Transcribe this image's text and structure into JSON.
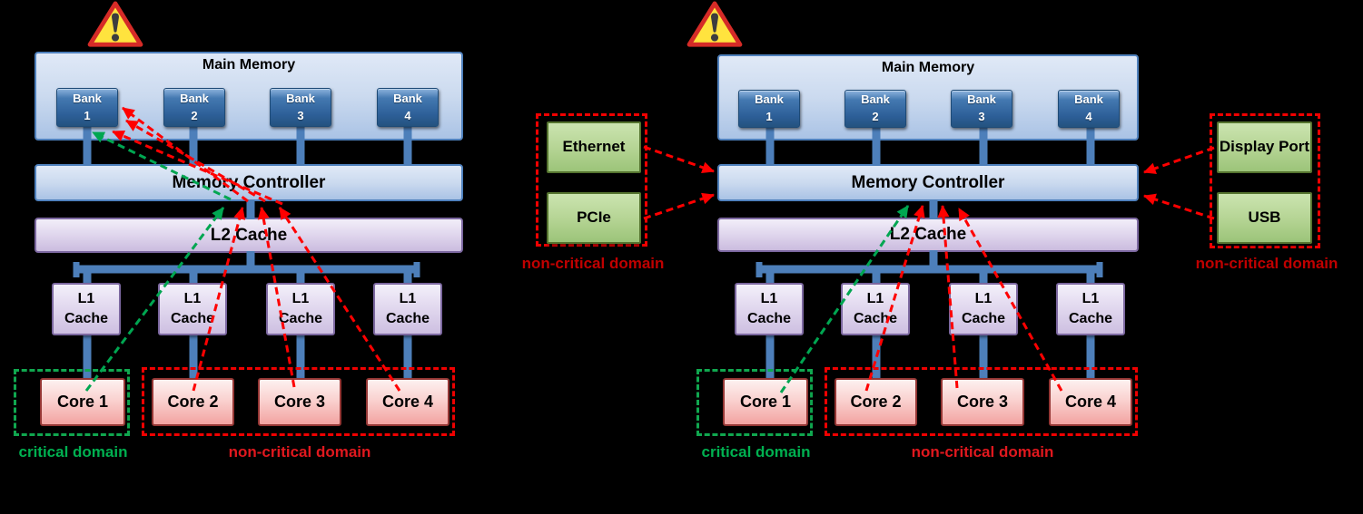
{
  "figure": {
    "colors": {
      "background": "#000000",
      "critical_green": "#00b050",
      "noncritical_red": "#e0181e",
      "io_label_red": "#c00000",
      "arrow_red": "#ff0000",
      "arrow_green": "#00a651",
      "blue_box_border": "#4f81bd",
      "bank_blue": "#2d5f98",
      "purple_border": "#7c68a0",
      "core_border": "#943634",
      "io_green_border": "#55742f",
      "connector_blue": "#4d7fba",
      "warning_yellow": "#ffe33e",
      "warning_red": "#d52b27"
    },
    "left_diagram": {
      "main_memory_title": "Main Memory",
      "memory_controller_label": "Memory Controller",
      "l2_cache_label": "L2 Cache",
      "banks": [
        {
          "line1": "Bank",
          "line2": "1"
        },
        {
          "line1": "Bank",
          "line2": "2"
        },
        {
          "line1": "Bank",
          "line2": "3"
        },
        {
          "line1": "Bank",
          "line2": "4"
        }
      ],
      "l1_caches": [
        {
          "line1": "L1",
          "line2": "Cache"
        },
        {
          "line1": "L1",
          "line2": "Cache"
        },
        {
          "line1": "L1",
          "line2": "Cache"
        },
        {
          "line1": "L1",
          "line2": "Cache"
        }
      ],
      "cores": [
        {
          "label": "Core 1"
        },
        {
          "label": "Core 2"
        },
        {
          "label": "Core 3"
        },
        {
          "label": "Core 4"
        }
      ],
      "critical_domain_label": "critical domain",
      "noncritical_domain_label": "non-critical domain"
    },
    "right_diagram": {
      "main_memory_title": "Main Memory",
      "memory_controller_label": "Memory Controller",
      "l2_cache_label": "L2 Cache",
      "banks": [
        {
          "line1": "Bank",
          "line2": "1"
        },
        {
          "line1": "Bank",
          "line2": "2"
        },
        {
          "line1": "Bank",
          "line2": "3"
        },
        {
          "line1": "Bank",
          "line2": "4"
        }
      ],
      "l1_caches": [
        {
          "line1": "L1",
          "line2": "Cache"
        },
        {
          "line1": "L1",
          "line2": "Cache"
        },
        {
          "line1": "L1",
          "line2": "Cache"
        },
        {
          "line1": "L1",
          "line2": "Cache"
        }
      ],
      "cores": [
        {
          "label": "Core 1"
        },
        {
          "label": "Core 2"
        },
        {
          "label": "Core 3"
        },
        {
          "label": "Core 4"
        }
      ],
      "critical_domain_label": "critical domain",
      "noncritical_domain_label": "non-critical domain",
      "io_left": {
        "devices": [
          {
            "label": "Ethernet"
          },
          {
            "label": "PCIe"
          }
        ],
        "domain_label": "non-critical domain"
      },
      "io_right": {
        "devices": [
          {
            "label": "Display Port"
          },
          {
            "label": "USB"
          }
        ],
        "domain_label": "non-critical domain"
      }
    }
  }
}
